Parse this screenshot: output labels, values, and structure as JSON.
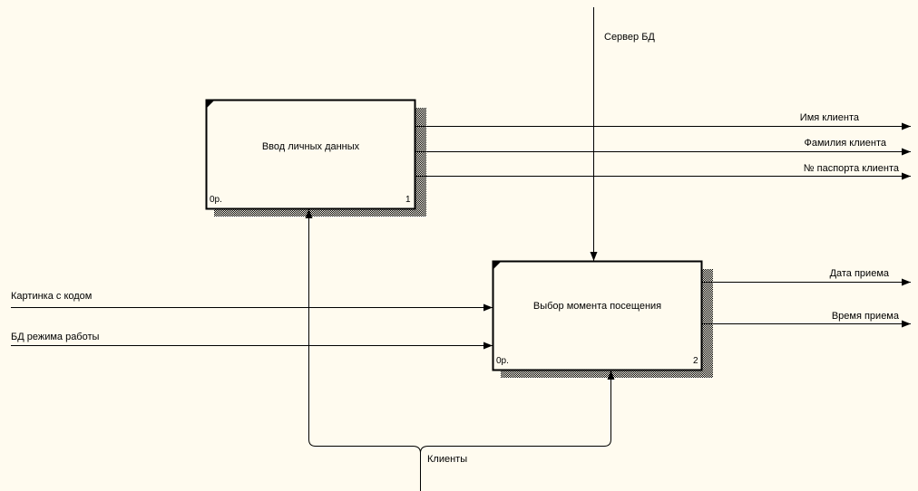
{
  "boxes": [
    {
      "id": "box-1",
      "title": "Ввод личных данных",
      "cost": "0р.",
      "number": "1"
    },
    {
      "id": "box-2",
      "title": "Выбор момента посещения",
      "cost": "0р.",
      "number": "2"
    }
  ],
  "arrows": {
    "server_db": "Сервер БД",
    "client_name": "Имя клиента",
    "client_surname": "Фамилия клиента",
    "client_passport": "№ паспорта клиента",
    "captcha_image": "Картинка с кодом",
    "work_schedule_db": "БД режима работы",
    "appointment_date": "Дата приема",
    "appointment_time": "Время приема",
    "clients": "Клиенты"
  },
  "colors": {
    "background": "#fffbef",
    "box_fill": "#fffbef",
    "line": "#000000"
  }
}
